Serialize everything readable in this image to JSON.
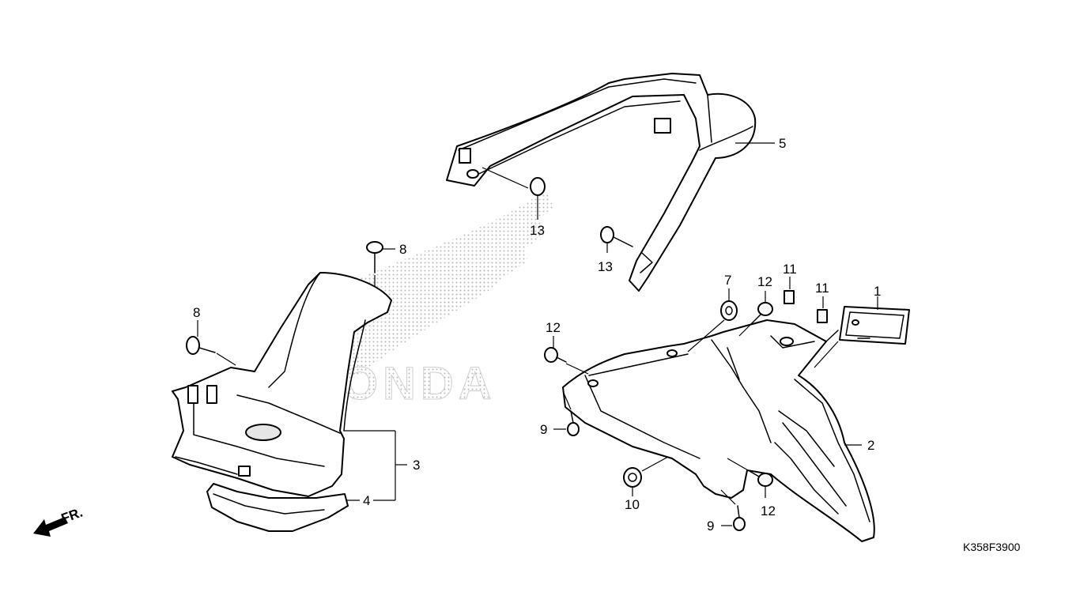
{
  "diagram": {
    "code": "K358F3900",
    "direction_label": "FR.",
    "watermark_text": "HONDA",
    "callouts": {
      "c1": "1",
      "c2": "2",
      "c3": "3",
      "c4": "4",
      "c5": "5",
      "c7": "7",
      "c8a": "8",
      "c8b": "8",
      "c9a": "9",
      "c9b": "9",
      "c10": "10",
      "c11a": "11",
      "c11b": "11",
      "c12a": "12",
      "c12b": "12",
      "c12c": "12",
      "c13a": "13",
      "c13b": "13"
    }
  }
}
